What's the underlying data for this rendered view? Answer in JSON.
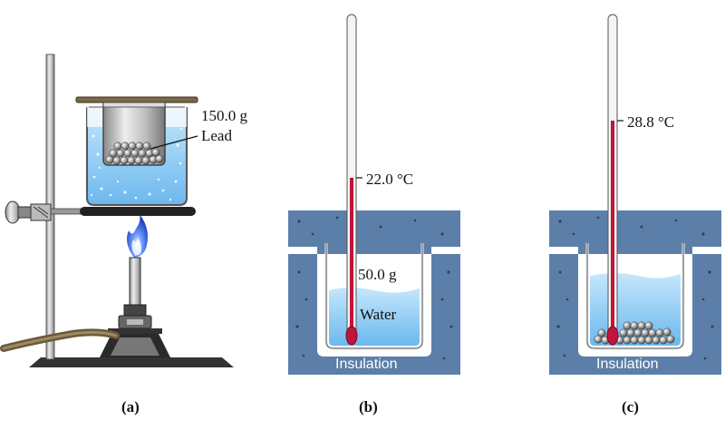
{
  "panel_a": {
    "mass_label": "150.0 g",
    "metal_label": "Lead",
    "caption": "(a)"
  },
  "panel_b": {
    "temperature_label": "22.0 °C",
    "mass_label": "50.0 g",
    "liquid_label": "Water",
    "insulation_label": "Insulation",
    "caption": "(b)"
  },
  "panel_c": {
    "temperature_label": "28.8 °C",
    "insulation_label": "Insulation",
    "caption": "(c)"
  },
  "colors": {
    "water": "#a9d8f5",
    "insulation": "#5b7fa8",
    "mercury": "#c0143c",
    "flame": "#3a6fe0",
    "lead": "#9a9a9a"
  }
}
